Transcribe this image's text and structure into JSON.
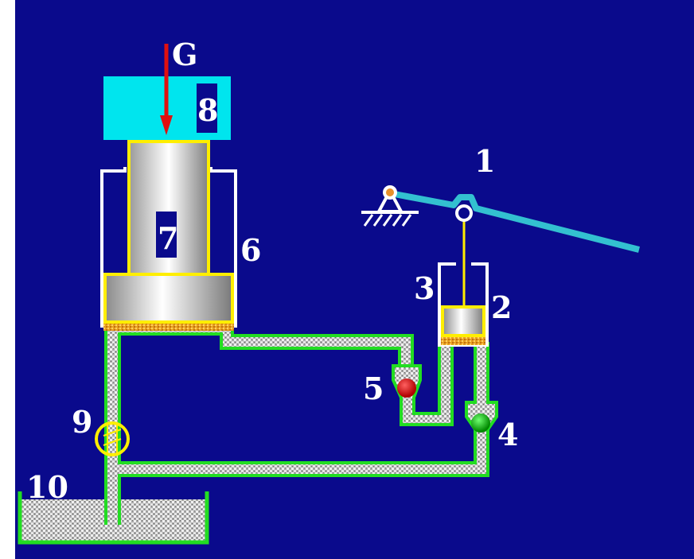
{
  "diagram": {
    "labels": {
      "load": "G",
      "lever": "1",
      "small_piston": "2",
      "small_cylinder": "3",
      "check_valve_out": "4",
      "check_valve_in": "5",
      "large_cylinder": "6",
      "large_piston": "7",
      "load_block": "8",
      "release_valve": "9",
      "reservoir": "10"
    },
    "colors": {
      "background": "#0a0a8c",
      "pipe_outline": "#22dd22",
      "load_block": "#00e5ee",
      "load_arrow": "#e01010",
      "piston_outline": "#ffee00",
      "lever": "#33c0d0",
      "valve_red": "#dd0000",
      "valve_green": "#00bb00",
      "release_valve": "#ffee00",
      "oil_fill": "#c8c8c8",
      "seal": "#e0a020"
    }
  }
}
